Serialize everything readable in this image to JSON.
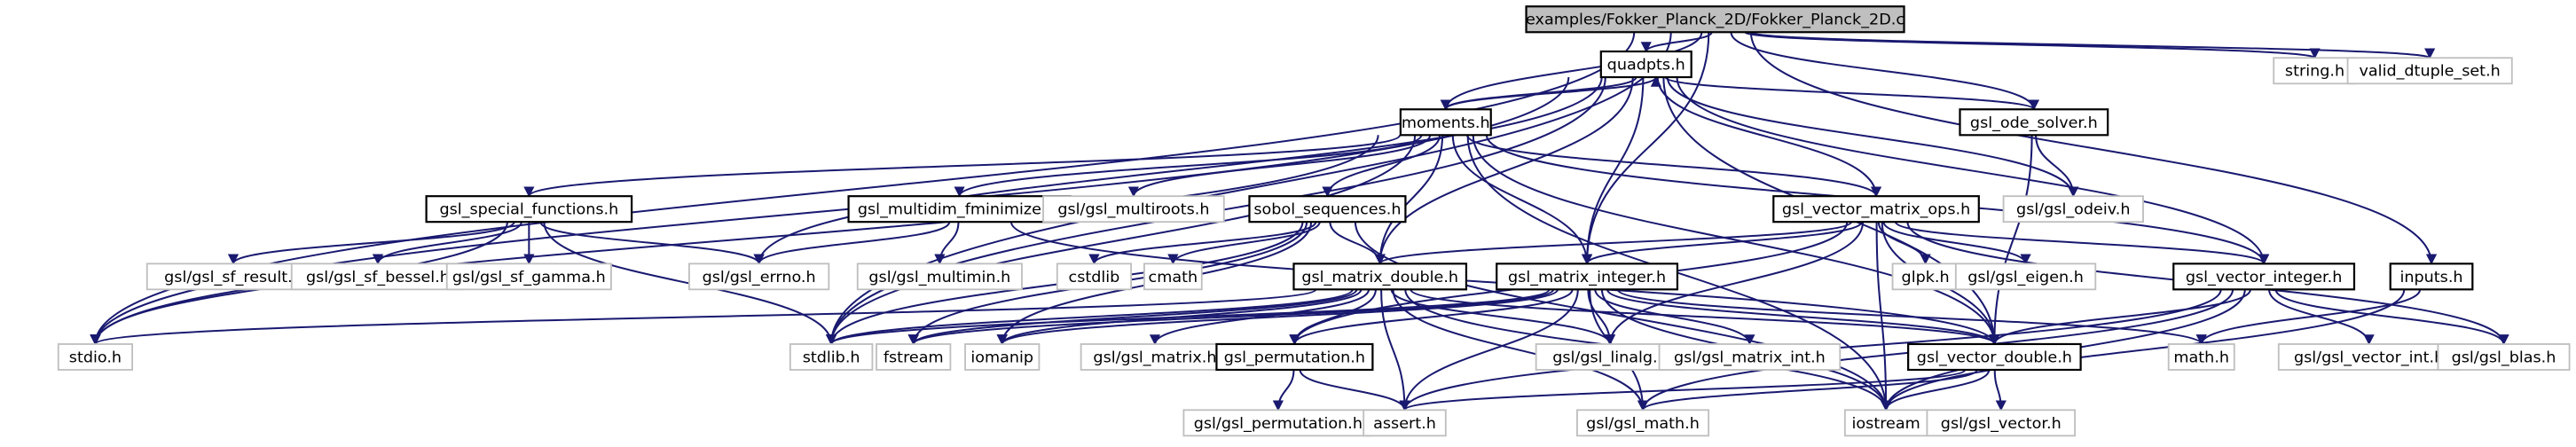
{
  "diagram": {
    "type": "include-dependency-graph",
    "root": "examples/Fokker_Planck_2D/Fokker_Planck_2D.c",
    "colors": {
      "edge": "#191970",
      "root_fill": "#bfbfbf",
      "documented_border": "#000000",
      "external_border": "#bfbfbf",
      "node_fill": "#ffffff"
    },
    "nodes": [
      {
        "id": "root",
        "label": "examples/Fokker_Planck_2D/Fokker_Planck_2D.c",
        "kind": "root"
      },
      {
        "id": "quadpts",
        "label": "quadpts.h",
        "kind": "documented"
      },
      {
        "id": "string",
        "label": "string.h",
        "kind": "external"
      },
      {
        "id": "valid",
        "label": "valid_dtuple_set.h",
        "kind": "external"
      },
      {
        "id": "moments",
        "label": "moments.h",
        "kind": "documented"
      },
      {
        "id": "odesolver",
        "label": "gsl_ode_solver.h",
        "kind": "documented"
      },
      {
        "id": "specfun",
        "label": "gsl_special_functions.h",
        "kind": "documented"
      },
      {
        "id": "fmin",
        "label": "gsl_multidim_fminimizer.h",
        "kind": "documented"
      },
      {
        "id": "multiroots",
        "label": "gsl/gsl_multiroots.h",
        "kind": "external"
      },
      {
        "id": "sobol",
        "label": "sobol_sequences.h",
        "kind": "documented"
      },
      {
        "id": "vmops",
        "label": "gsl_vector_matrix_ops.h",
        "kind": "documented"
      },
      {
        "id": "odeiv",
        "label": "gsl/gsl_odeiv.h",
        "kind": "external"
      },
      {
        "id": "sfresult",
        "label": "gsl/gsl_sf_result.h",
        "kind": "external"
      },
      {
        "id": "sfbessel",
        "label": "gsl/gsl_sf_bessel.h",
        "kind": "external"
      },
      {
        "id": "sfgamma",
        "label": "gsl/gsl_sf_gamma.h",
        "kind": "external"
      },
      {
        "id": "errno",
        "label": "gsl/gsl_errno.h",
        "kind": "external"
      },
      {
        "id": "multimin",
        "label": "gsl/gsl_multimin.h",
        "kind": "external"
      },
      {
        "id": "cstdlib",
        "label": "cstdlib",
        "kind": "external"
      },
      {
        "id": "cmath",
        "label": "cmath",
        "kind": "external"
      },
      {
        "id": "matdouble",
        "label": "gsl_matrix_double.h",
        "kind": "documented"
      },
      {
        "id": "matint",
        "label": "gsl_matrix_integer.h",
        "kind": "documented"
      },
      {
        "id": "glpk",
        "label": "glpk.h",
        "kind": "external"
      },
      {
        "id": "eigen",
        "label": "gsl/gsl_eigen.h",
        "kind": "external"
      },
      {
        "id": "vecint",
        "label": "gsl_vector_integer.h",
        "kind": "documented"
      },
      {
        "id": "inputs",
        "label": "inputs.h",
        "kind": "documented"
      },
      {
        "id": "stdio",
        "label": "stdio.h",
        "kind": "external"
      },
      {
        "id": "stdlib",
        "label": "stdlib.h",
        "kind": "external"
      },
      {
        "id": "fstream",
        "label": "fstream",
        "kind": "external"
      },
      {
        "id": "iomanip",
        "label": "iomanip",
        "kind": "external"
      },
      {
        "id": "gslmatrix",
        "label": "gsl/gsl_matrix.h",
        "kind": "external"
      },
      {
        "id": "perm",
        "label": "gsl_permutation.h",
        "kind": "documented"
      },
      {
        "id": "linalg",
        "label": "gsl/gsl_linalg.h",
        "kind": "external"
      },
      {
        "id": "matrixint",
        "label": "gsl/gsl_matrix_int.h",
        "kind": "external"
      },
      {
        "id": "vecdouble",
        "label": "gsl_vector_double.h",
        "kind": "documented"
      },
      {
        "id": "math",
        "label": "math.h",
        "kind": "external"
      },
      {
        "id": "vectorint",
        "label": "gsl/gsl_vector_int.h",
        "kind": "external"
      },
      {
        "id": "blas",
        "label": "gsl/gsl_blas.h",
        "kind": "external"
      },
      {
        "id": "gslperm",
        "label": "gsl/gsl_permutation.h",
        "kind": "external"
      },
      {
        "id": "assert",
        "label": "assert.h",
        "kind": "external"
      },
      {
        "id": "gslmath",
        "label": "gsl/gsl_math.h",
        "kind": "external"
      },
      {
        "id": "iostream",
        "label": "iostream",
        "kind": "external"
      },
      {
        "id": "gslvector",
        "label": "gsl/gsl_vector.h",
        "kind": "external"
      }
    ],
    "edges": [
      [
        "root",
        "quadpts"
      ],
      [
        "root",
        "moments"
      ],
      [
        "root",
        "odesolver"
      ],
      [
        "root",
        "matint"
      ],
      [
        "root",
        "inputs"
      ],
      [
        "root",
        "stdio"
      ],
      [
        "root",
        "stdlib"
      ],
      [
        "root",
        "string"
      ],
      [
        "root",
        "valid"
      ],
      [
        "quadpts",
        "moments"
      ],
      [
        "quadpts",
        "odesolver"
      ],
      [
        "quadpts",
        "vmops"
      ],
      [
        "quadpts",
        "matdouble"
      ],
      [
        "quadpts",
        "matint"
      ],
      [
        "quadpts",
        "vecint"
      ],
      [
        "quadpts",
        "vecdouble"
      ],
      [
        "quadpts",
        "stdio"
      ],
      [
        "quadpts",
        "stdlib"
      ],
      [
        "quadpts",
        "errno"
      ],
      [
        "quadpts",
        "odeiv"
      ],
      [
        "moments",
        "quadpts"
      ],
      [
        "moments",
        "specfun"
      ],
      [
        "moments",
        "fmin"
      ],
      [
        "moments",
        "multiroots"
      ],
      [
        "moments",
        "sobol"
      ],
      [
        "moments",
        "vmops"
      ],
      [
        "moments",
        "matdouble"
      ],
      [
        "moments",
        "matint"
      ],
      [
        "moments",
        "vecdouble"
      ],
      [
        "moments",
        "vecint"
      ],
      [
        "moments",
        "stdio"
      ],
      [
        "moments",
        "stdlib"
      ],
      [
        "moments",
        "iostream"
      ],
      [
        "odesolver",
        "odeiv"
      ],
      [
        "odesolver",
        "vecdouble"
      ],
      [
        "specfun",
        "sfresult"
      ],
      [
        "specfun",
        "sfbessel"
      ],
      [
        "specfun",
        "sfgamma"
      ],
      [
        "specfun",
        "errno"
      ],
      [
        "specfun",
        "stdio"
      ],
      [
        "specfun",
        "stdlib"
      ],
      [
        "fmin",
        "errno"
      ],
      [
        "fmin",
        "multimin"
      ],
      [
        "fmin",
        "vecdouble"
      ],
      [
        "sobol",
        "cstdlib"
      ],
      [
        "sobol",
        "cmath"
      ],
      [
        "sobol",
        "matdouble"
      ],
      [
        "sobol",
        "stdlib"
      ],
      [
        "sobol",
        "fstream"
      ],
      [
        "sobol",
        "iomanip"
      ],
      [
        "sobol",
        "iostream"
      ],
      [
        "vmops",
        "matdouble"
      ],
      [
        "vmops",
        "matint"
      ],
      [
        "vmops",
        "vecint"
      ],
      [
        "vmops",
        "vecdouble"
      ],
      [
        "vmops",
        "glpk"
      ],
      [
        "vmops",
        "eigen"
      ],
      [
        "vmops",
        "blas"
      ],
      [
        "vmops",
        "linalg"
      ],
      [
        "vmops",
        "perm"
      ],
      [
        "vmops",
        "iostream"
      ],
      [
        "matdouble",
        "stdio"
      ],
      [
        "matdouble",
        "stdlib"
      ],
      [
        "matdouble",
        "fstream"
      ],
      [
        "matdouble",
        "iomanip"
      ],
      [
        "matdouble",
        "gslmatrix"
      ],
      [
        "matdouble",
        "perm"
      ],
      [
        "matdouble",
        "linalg"
      ],
      [
        "matdouble",
        "vecdouble"
      ],
      [
        "matdouble",
        "gslmath"
      ],
      [
        "matdouble",
        "iostream"
      ],
      [
        "matdouble",
        "assert"
      ],
      [
        "matint",
        "stdlib"
      ],
      [
        "matint",
        "fstream"
      ],
      [
        "matint",
        "iomanip"
      ],
      [
        "matint",
        "perm"
      ],
      [
        "matint",
        "linalg"
      ],
      [
        "matint",
        "matrixint"
      ],
      [
        "matint",
        "vecdouble"
      ],
      [
        "matint",
        "math"
      ],
      [
        "matint",
        "assert"
      ],
      [
        "matint",
        "gslmath"
      ],
      [
        "matint",
        "iostream"
      ],
      [
        "vecint",
        "vecdouble"
      ],
      [
        "vecint",
        "vectorint"
      ],
      [
        "vecint",
        "blas"
      ],
      [
        "vecint",
        "assert"
      ],
      [
        "vecint",
        "gslmath"
      ],
      [
        "vecint",
        "iostream"
      ],
      [
        "inputs",
        "math"
      ],
      [
        "inputs",
        "iostream"
      ],
      [
        "perm",
        "gslperm"
      ],
      [
        "perm",
        "assert"
      ],
      [
        "vecdouble",
        "gslvector"
      ],
      [
        "vecdouble",
        "gslmath"
      ],
      [
        "vecdouble",
        "iostream"
      ],
      [
        "vecdouble",
        "assert"
      ]
    ]
  }
}
